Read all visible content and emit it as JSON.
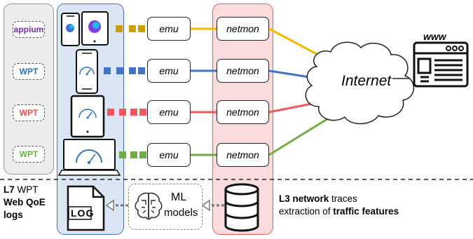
{
  "left_tools": [
    {
      "label": "appium",
      "color": "#7030a0"
    },
    {
      "label": "WPT",
      "color": "#2e74b5"
    },
    {
      "label": "WPT",
      "color": "#e84c4c"
    },
    {
      "label": "WPT",
      "color": "#70ad47"
    }
  ],
  "rows": [
    {
      "emu": "emu",
      "netmon": "netmon",
      "color": "#f5b800"
    },
    {
      "emu": "emu",
      "netmon": "netmon",
      "color": "#4472c4"
    },
    {
      "emu": "emu",
      "netmon": "netmon",
      "color": "#f05a5a"
    },
    {
      "emu": "emu",
      "netmon": "netmon",
      "color": "#70ad47"
    }
  ],
  "internet_label": "Internet",
  "www_label": "www",
  "log_label": "LOG",
  "ml_label_1": "ML",
  "ml_label_2": "models",
  "l7": {
    "prefix": "L7",
    "suffix": " WPT",
    "line2": "Web QoE",
    "line3": "logs"
  },
  "l3": {
    "prefix": "L3 network",
    "suffix": " traces",
    "line2_prefix": "extraction of ",
    "line2_bold": "traffic features"
  }
}
